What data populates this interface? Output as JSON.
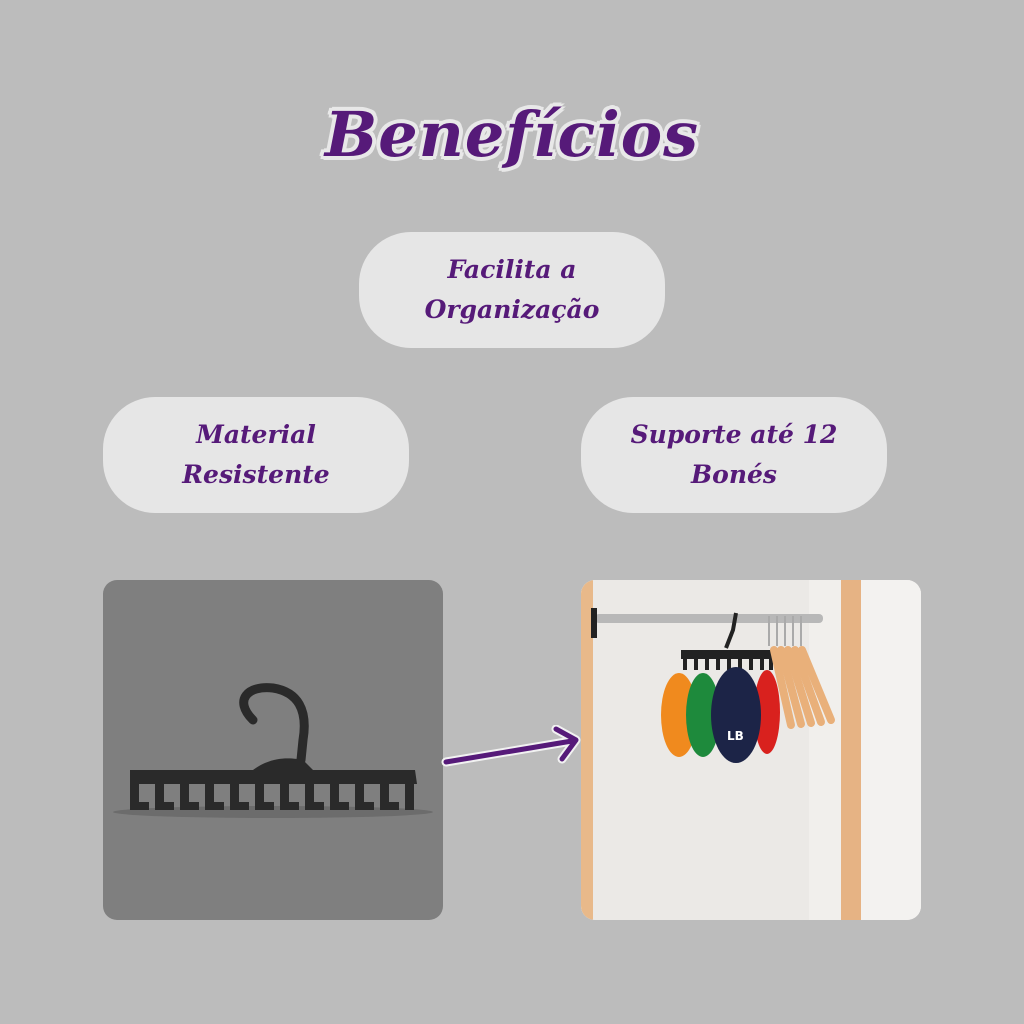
{
  "title": "Benefícios",
  "benefits": [
    {
      "line1": "Facilita a",
      "line2": "Organização"
    },
    {
      "line1": "Material",
      "line2": "Resistente"
    },
    {
      "line1": "Suporte até 12",
      "line2": "Bonés"
    }
  ],
  "colors": {
    "background": "#bcbcbc",
    "accent": "#561a79",
    "pill": "#e6e6e6"
  }
}
